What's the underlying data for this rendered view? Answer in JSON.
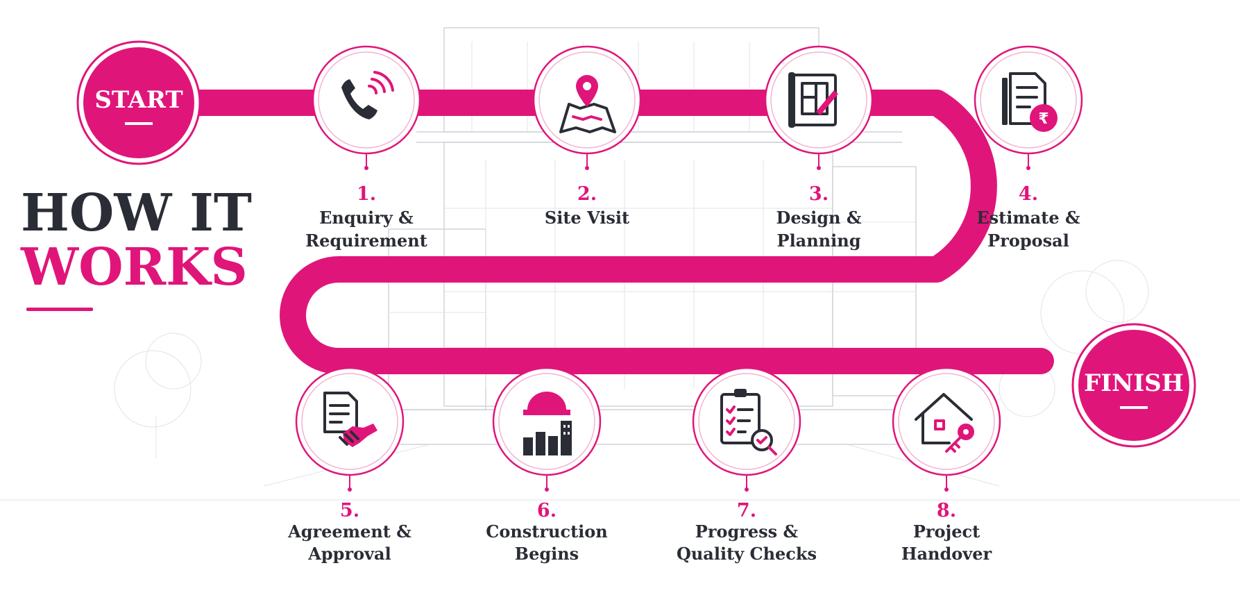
{
  "title": {
    "line1": "HOW IT",
    "line2": "WORKS"
  },
  "start_label": "START",
  "finish_label": "FINISH",
  "colors": {
    "accent": "#e0157a",
    "dark": "#2a2d35",
    "sketch": "#c9cdd3"
  },
  "steps": [
    {
      "number": "1.",
      "label_line1": "Enquiry &",
      "label_line2": "Requirement",
      "icon": "phone-icon"
    },
    {
      "number": "2.",
      "label_line1": "Site Visit",
      "label_line2": "",
      "icon": "map-pin-icon"
    },
    {
      "number": "3.",
      "label_line1": "Design &",
      "label_line2": "Planning",
      "icon": "blueprint-icon"
    },
    {
      "number": "4.",
      "label_line1": "Estimate &",
      "label_line2": "Proposal",
      "icon": "proposal-document-icon"
    },
    {
      "number": "5.",
      "label_line1": "Agreement &",
      "label_line2": "Approval",
      "icon": "agreement-handshake-icon"
    },
    {
      "number": "6.",
      "label_line1": "Construction",
      "label_line2": "Begins",
      "icon": "hardhat-buildings-icon"
    },
    {
      "number": "7.",
      "label_line1": "Progress &",
      "label_line2": "Quality Checks",
      "icon": "checklist-icon"
    },
    {
      "number": "8.",
      "label_line1": "Project",
      "label_line2": "Handover",
      "icon": "house-key-icon"
    }
  ]
}
